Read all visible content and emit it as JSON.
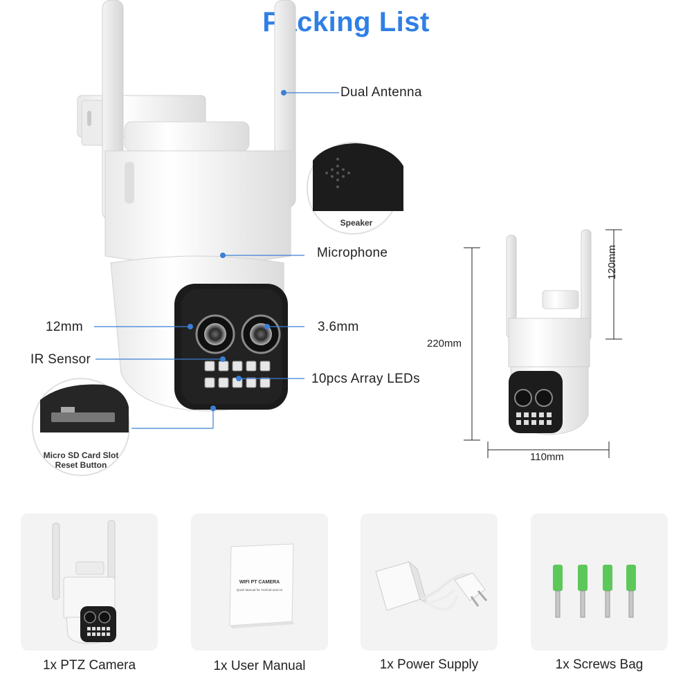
{
  "title": "Packing List",
  "callouts": {
    "antenna": "Dual Antenna",
    "microphone": "Microphone",
    "speaker": "Speaker",
    "lens_left": "12mm",
    "lens_right": "3.6mm",
    "ir_sensor": "IR Sensor",
    "leds": "10pcs Array LEDs",
    "sd_slot": "Micro SD Card Slot",
    "reset": "Reset Button"
  },
  "dimensions": {
    "height_total": "220mm",
    "height_body": "120mm",
    "width": "110mm"
  },
  "package_items": [
    {
      "label": "1x PTZ Camera"
    },
    {
      "label": "1x User Manual"
    },
    {
      "label": "1x Power Supply"
    },
    {
      "label": "1x Screws Bag"
    }
  ],
  "manual": {
    "heading": "WIFI PT CAMERA",
    "subheading": "Quick Manual for Android and ios"
  },
  "colors": {
    "accent": "#2f7fe6",
    "card_bg": "#f3f3f3",
    "anchor_green": "#5cc85a"
  }
}
